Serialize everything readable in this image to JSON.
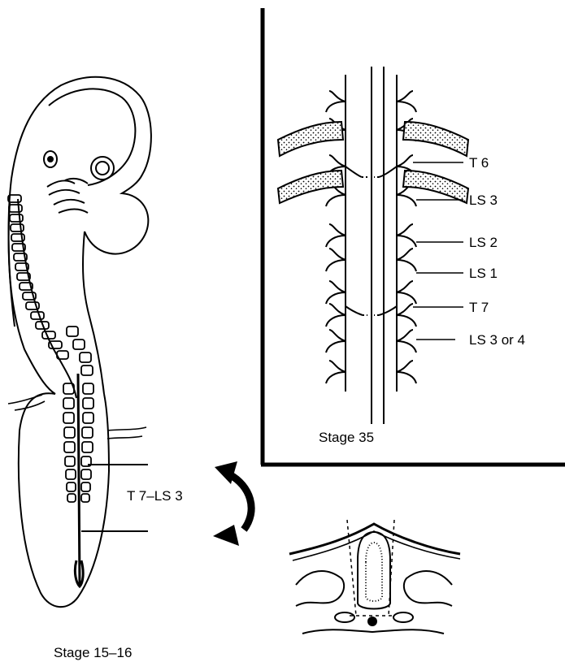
{
  "labels": {
    "t6": "T 6",
    "ls3": "LS 3",
    "ls2": "LS 2",
    "ls1": "LS 1",
    "t7": "T 7",
    "ls3or4": "LS 3 or 4",
    "stage35": "Stage 35",
    "range": "T 7–LS 3",
    "stage1516": "Stage 15–16"
  },
  "colors": {
    "ink": "#000000",
    "paper": "#ffffff"
  }
}
